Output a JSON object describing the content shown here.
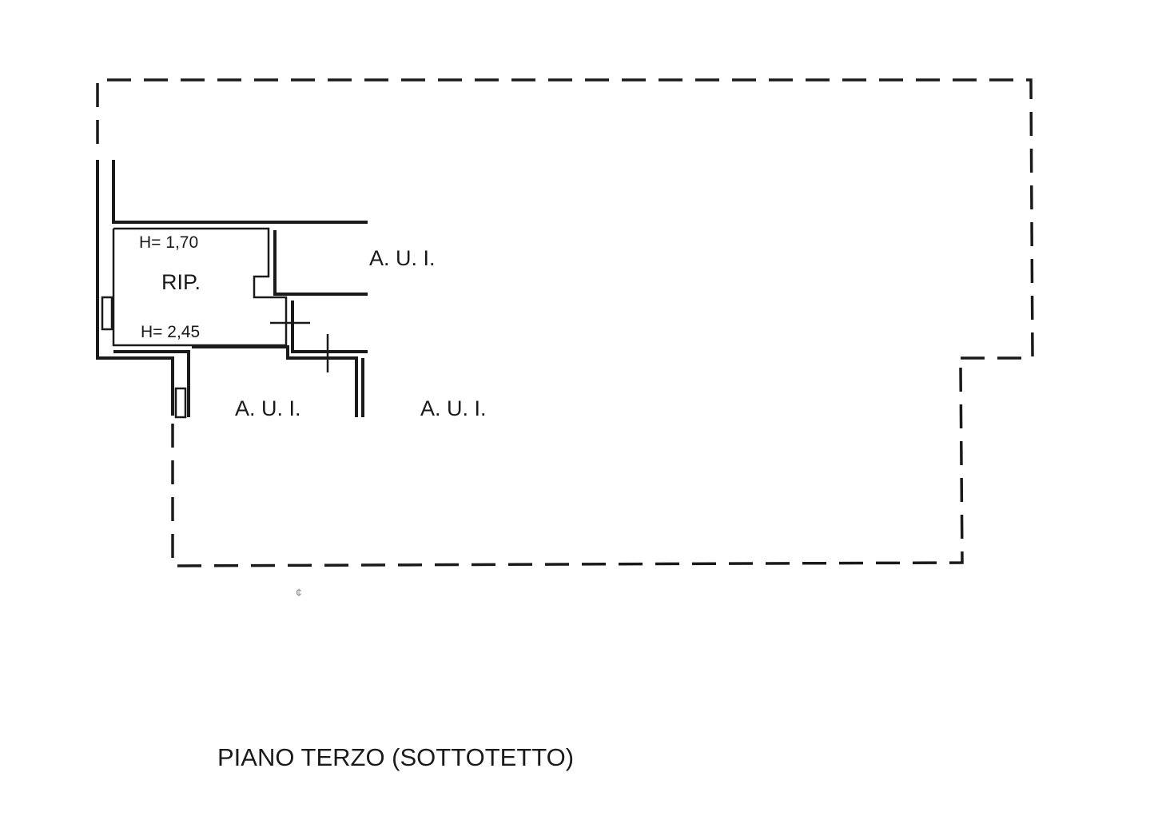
{
  "drawing": {
    "title": "PIANO TERZO (SOTTOTETTO)",
    "ink_color": "#1a1a1a",
    "background_color": "#ffffff",
    "rooms": {
      "storage": {
        "name": "RIP.",
        "height_top": "H= 1,70",
        "height_bottom": "H= 2,45"
      },
      "aui_top": "A. U. I.",
      "aui_bottom_left": "A. U. I.",
      "aui_bottom_right": "A. U. I."
    },
    "stray_mark": "¢"
  }
}
